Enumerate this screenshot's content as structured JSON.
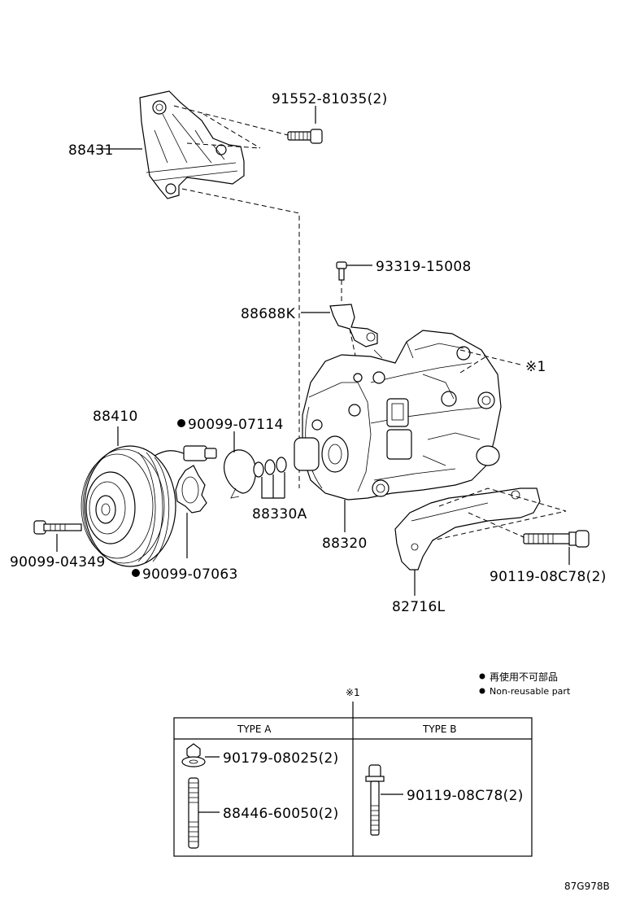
{
  "parts": {
    "p88431": "88431",
    "p91552": "91552-81035(2)",
    "p93319": "93319-15008",
    "p88688K": "88688K",
    "marker1": "※1",
    "p88410": "88410",
    "p90099_07114": "90099-07114",
    "p88330A": "88330A",
    "p88320": "88320",
    "p90099_04349": "90099-04349",
    "p90099_07063": "90099-07063",
    "p90119_right": "90119-08C78(2)",
    "p82716L": "82716L"
  },
  "legend": {
    "japanese": "再使用不可部品",
    "english": "Non-reusable part"
  },
  "table": {
    "marker": "※1",
    "typeA": "TYPE A",
    "typeB": "TYPE B",
    "a_part1": "90179-08025(2)",
    "a_part2": "88446-60050(2)",
    "b_part1": "90119-08C78(2)"
  },
  "diagram_code": "87G978B"
}
